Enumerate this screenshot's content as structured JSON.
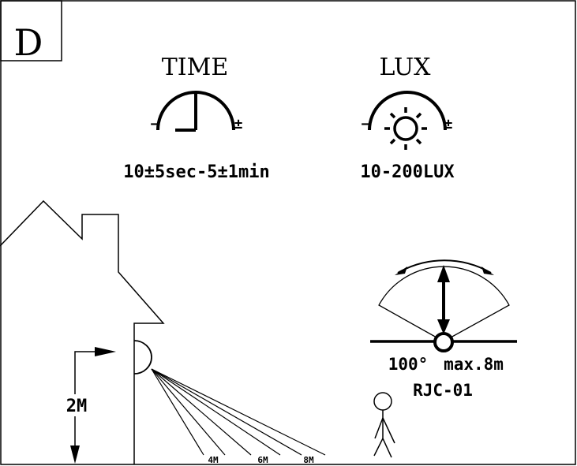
{
  "badge": "D",
  "time": {
    "title": "TIME",
    "minus": "−",
    "plus": "±",
    "range": "10±5sec-5±1min"
  },
  "lux": {
    "title": "LUX",
    "minus": "−",
    "plus": "±",
    "range": "10-200LUX"
  },
  "install": {
    "height": "2M",
    "distances": [
      "4M",
      "6M",
      "8M"
    ]
  },
  "detection": {
    "angle": "100°",
    "range": "max.8m",
    "model": "RJC-01"
  }
}
